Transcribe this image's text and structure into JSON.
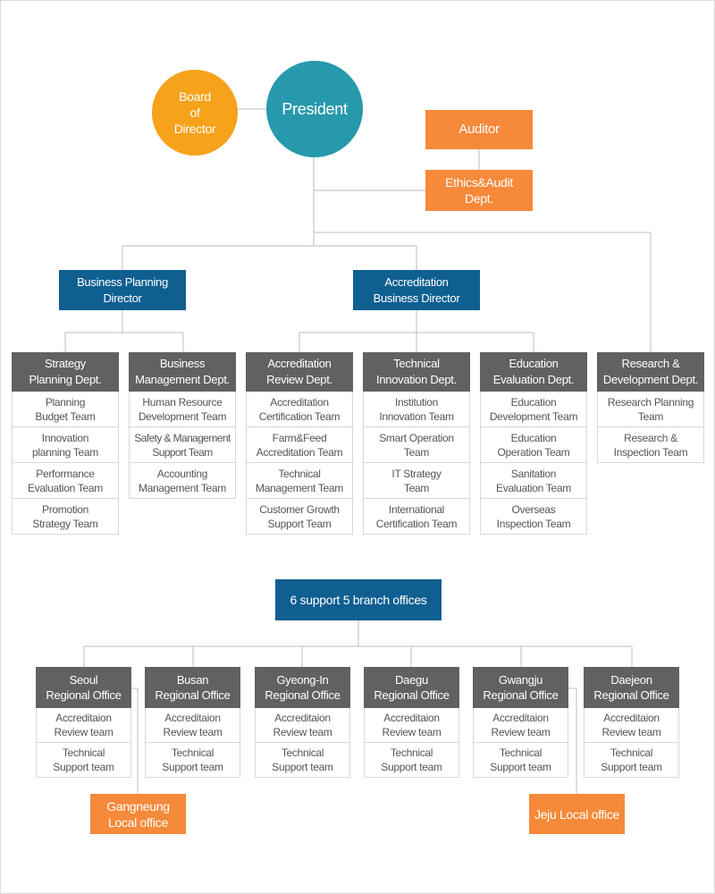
{
  "board": "Board\nof\nDirector",
  "president": "President",
  "auditor": "Auditor",
  "ethics": "Ethics&Audit\nDept.",
  "directors": {
    "business_planning": "Business Planning\nDirector",
    "accreditation": "Accreditation\nBusiness Director"
  },
  "departments": [
    {
      "name": "Strategy\nPlanning Dept.",
      "teams": [
        "Planning\nBudget Team",
        "Innovation\nplanning Team",
        "Performance\nEvaluation Team",
        "Promotion\nStrategy Team"
      ]
    },
    {
      "name": "Business\nManagement Dept.",
      "teams": [
        "Human Resource\nDevelopment Team",
        "Safety & Management\nSupport Team",
        "Accounting\nManagement Team"
      ]
    },
    {
      "name": "Accreditation\nReview Dept.",
      "teams": [
        "Accreditation\nCertification Team",
        "Farm&Feed\nAccreditation Team",
        "Technical\nManagement Team",
        "Customer Growth\nSupport Team"
      ]
    },
    {
      "name": "Technical\nInnovation Dept.",
      "teams": [
        "Institution\nInnovation Team",
        "Smart Operation\nTeam",
        "IT Strategy\nTeam",
        "International\nCertification Team"
      ]
    },
    {
      "name": "Education\nEvaluation Dept.",
      "teams": [
        "Education\nDevelopment Team",
        "Education\nOperation Team",
        "Sanitation\nEvaluation Team",
        "Overseas\nInspection Team"
      ]
    },
    {
      "name": "Research &\nDevelopment Dept.",
      "teams": [
        "Research Planning\nTeam",
        "Research &\nInspection Team"
      ]
    }
  ],
  "branch_header": "6 support 5 branch offices",
  "regions": [
    {
      "name": "Seoul\nRegional Office",
      "teams": [
        "Accreditaion\nReview team",
        "Technical\nSupport team"
      ]
    },
    {
      "name": "Busan\nRegional Office",
      "teams": [
        "Accreditaion\nReview team",
        "Technical\nSupport team"
      ]
    },
    {
      "name": "Gyeong-In\nRegional Office",
      "teams": [
        "Accreditaion\nReview team",
        "Technical\nSupport team"
      ]
    },
    {
      "name": "Daegu\nRegional Office",
      "teams": [
        "Accreditaion\nReview team",
        "Technical\nSupport team"
      ]
    },
    {
      "name": "Gwangju\nRegional Office",
      "teams": [
        "Accreditaion\nReview team",
        "Technical\nSupport team"
      ]
    },
    {
      "name": "Daejeon\nRegional Office",
      "teams": [
        "Accreditaion\nReview team",
        "Technical\nSupport team"
      ]
    }
  ],
  "local_offices": {
    "gangneung": "Gangneung\nLocal office",
    "jeju": "Jeju Local office"
  },
  "colors": {
    "board": "#f7a21b",
    "president": "#2799ad",
    "orange": "#f6893a",
    "blue": "#0f5f91",
    "gray": "#616161",
    "line": "#bdbdbd"
  }
}
